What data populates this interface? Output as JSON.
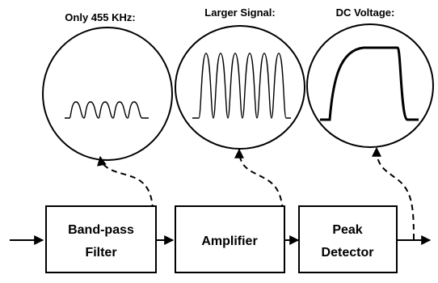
{
  "captions": {
    "filter_output": "Only 455 KHz:",
    "amplifier_output": "Larger Signal:",
    "detector_output": "DC Voltage:"
  },
  "blocks": {
    "bandpass_line1": "Band-pass",
    "bandpass_line2": "Filter",
    "amplifier": "Amplifier",
    "detector_line1": "Peak",
    "detector_line2": "Detector"
  }
}
